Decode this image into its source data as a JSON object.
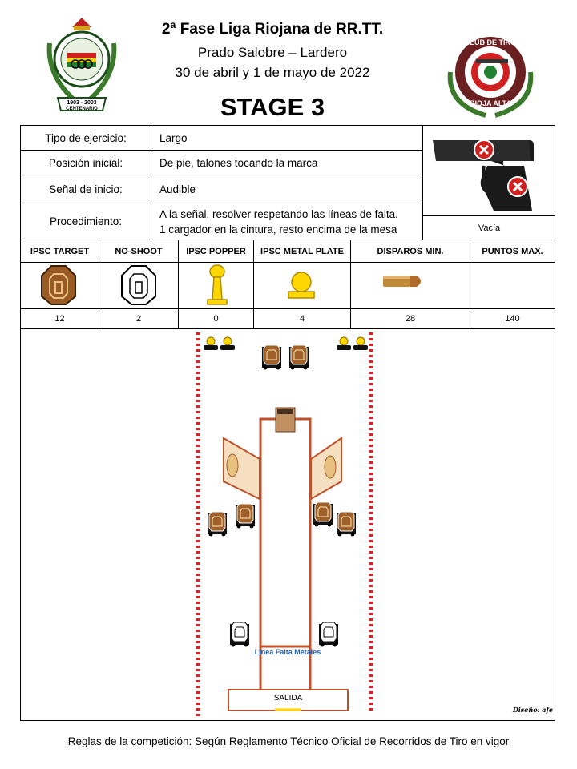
{
  "header": {
    "title": "2ª Fase Liga Riojana de RR.TT.",
    "venue": "Prado Salobre – Lardero",
    "dates": "30 de abril y 1 de mayo de 2022",
    "stage": "STAGE 3"
  },
  "logos": {
    "left_text": "1903 - 2003 CENTENARIO",
    "right_text": "CLUB DE TIRO RIOJA ALTA"
  },
  "info": {
    "rows": [
      {
        "label": "Tipo de ejercicio:",
        "value": "Largo"
      },
      {
        "label": "Posición inicial:",
        "value": "De pie, talones tocando la marca"
      },
      {
        "label": "Señal de inicio:",
        "value": "Audible"
      },
      {
        "label": "Procedimiento:",
        "value_line1": "A la señal, resolver respetando las líneas de falta.",
        "value_line2": "1 cargador en la cintura, resto encima de la mesa"
      }
    ],
    "weapon_state": "Vacía"
  },
  "targets": {
    "headers": [
      "IPSC TARGET",
      "NO-SHOOT",
      "IPSC POPPER",
      "IPSC METAL PLATE",
      "DISPAROS MIN.",
      "PUNTOS MAX."
    ],
    "counts": [
      "12",
      "2",
      "0",
      "4",
      "28",
      "140"
    ]
  },
  "diagram": {
    "fault_line_label": "Línea Falta Metales",
    "start_label": "SALIDA",
    "designer": "Diseño: afe"
  },
  "footer": {
    "text": "Reglas de la competición: Según Reglamento Técnico Oficial de Recorridos de Tiro en vigor"
  },
  "colors": {
    "wall_red": "#e02020",
    "fault_line": "#c0502a",
    "target_brown": "#a0602a",
    "popper_yellow": "#ffd700",
    "accent_blue": "#1f5fae"
  }
}
